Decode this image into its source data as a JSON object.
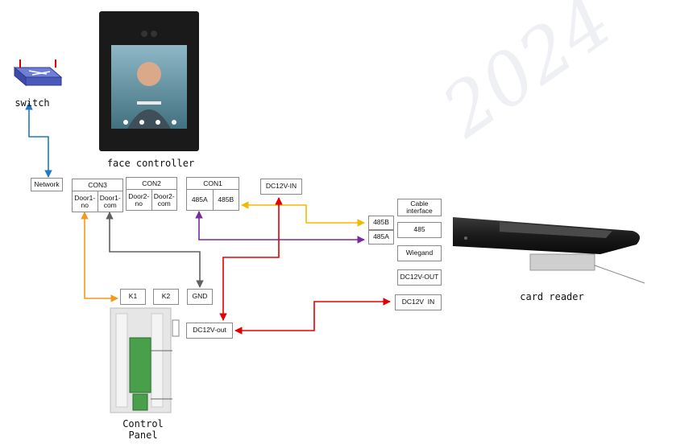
{
  "devices": {
    "switch": {
      "label": "switch",
      "icon": "network-switch-icon"
    },
    "face_controller": {
      "label": "face controller",
      "icon": "face-terminal-icon"
    },
    "card_reader": {
      "label": "card reader",
      "icon": "card-reader-icon"
    },
    "control_panel": {
      "label_line1": "Control",
      "label_line2": "Panel",
      "icon": "control-panel-board-icon"
    }
  },
  "terminals": {
    "network": "Network",
    "con3": {
      "title": "CON3",
      "left": "Door1-\nno",
      "right": "Door1-\ncom"
    },
    "con2": {
      "title": "CON2",
      "left": "Door2-\nno",
      "right": "Door2-\ncom"
    },
    "con1": {
      "title": "CON1",
      "left": "485A",
      "right": "485B"
    },
    "dc12v_in": "DC12V-IN",
    "cable_interface": "Cable\ninterface",
    "port_485b": "485B",
    "port_485a": "485A",
    "port_485": "485",
    "wiegand": "Wiegand",
    "dc12v_out_reader": "DC12V-OUT",
    "dc12v_in_reader": "DC12V  IN",
    "k1": "K1",
    "k2": "K2",
    "gnd": "GND",
    "dc12v_out_panel": "DC12V-out"
  },
  "colors": {
    "network_wire": "#1f78c8",
    "rs485_b_wire": "#f5b800",
    "rs485_a_wire": "#7a2aa0",
    "power_wire": "#e30000",
    "relay_wire": "#f39a1a",
    "ground_wire": "#606060"
  }
}
